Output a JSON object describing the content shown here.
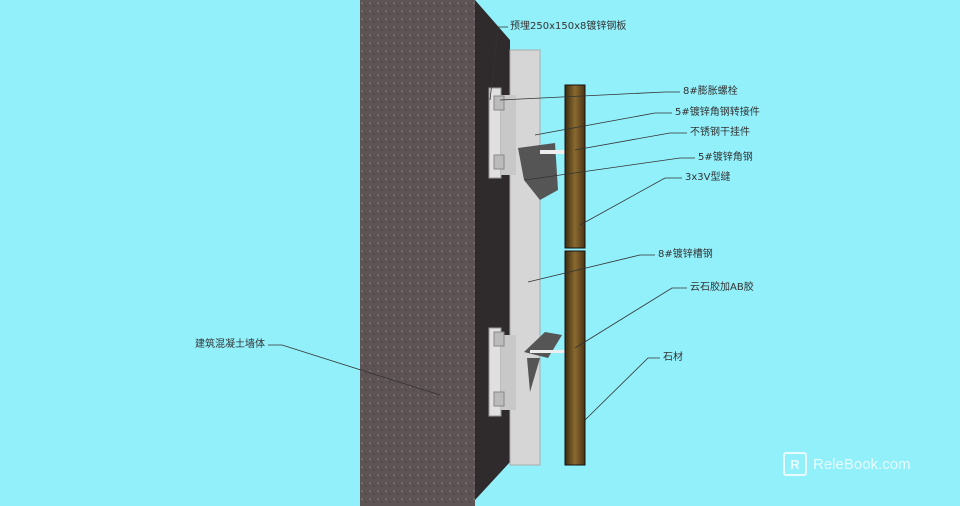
{
  "labels": {
    "embedded_plate": "预埋250x150x8镀锌钢板",
    "expansion_bolt": "8#膨胀螺栓",
    "angle_connector": "5#镀锌角钢转接件",
    "stainless_hanger": "不锈钢干挂件",
    "angle_steel": "5#镀锌角钢",
    "v_joint": "3x3V型缝",
    "channel_steel": "8#镀锌槽钢",
    "glue": "云石胶加AB胶",
    "stone": "石材",
    "wall": "建筑混凝土墙体"
  },
  "watermark": {
    "logo": "R",
    "text": "ReleBook.com"
  },
  "colors": {
    "background": "#92f0fb",
    "wall": "#5a4e50",
    "steel": "#d8d8d8",
    "stone": "#6b4a1e",
    "leader": "#333333",
    "arrow": "#b00000"
  }
}
